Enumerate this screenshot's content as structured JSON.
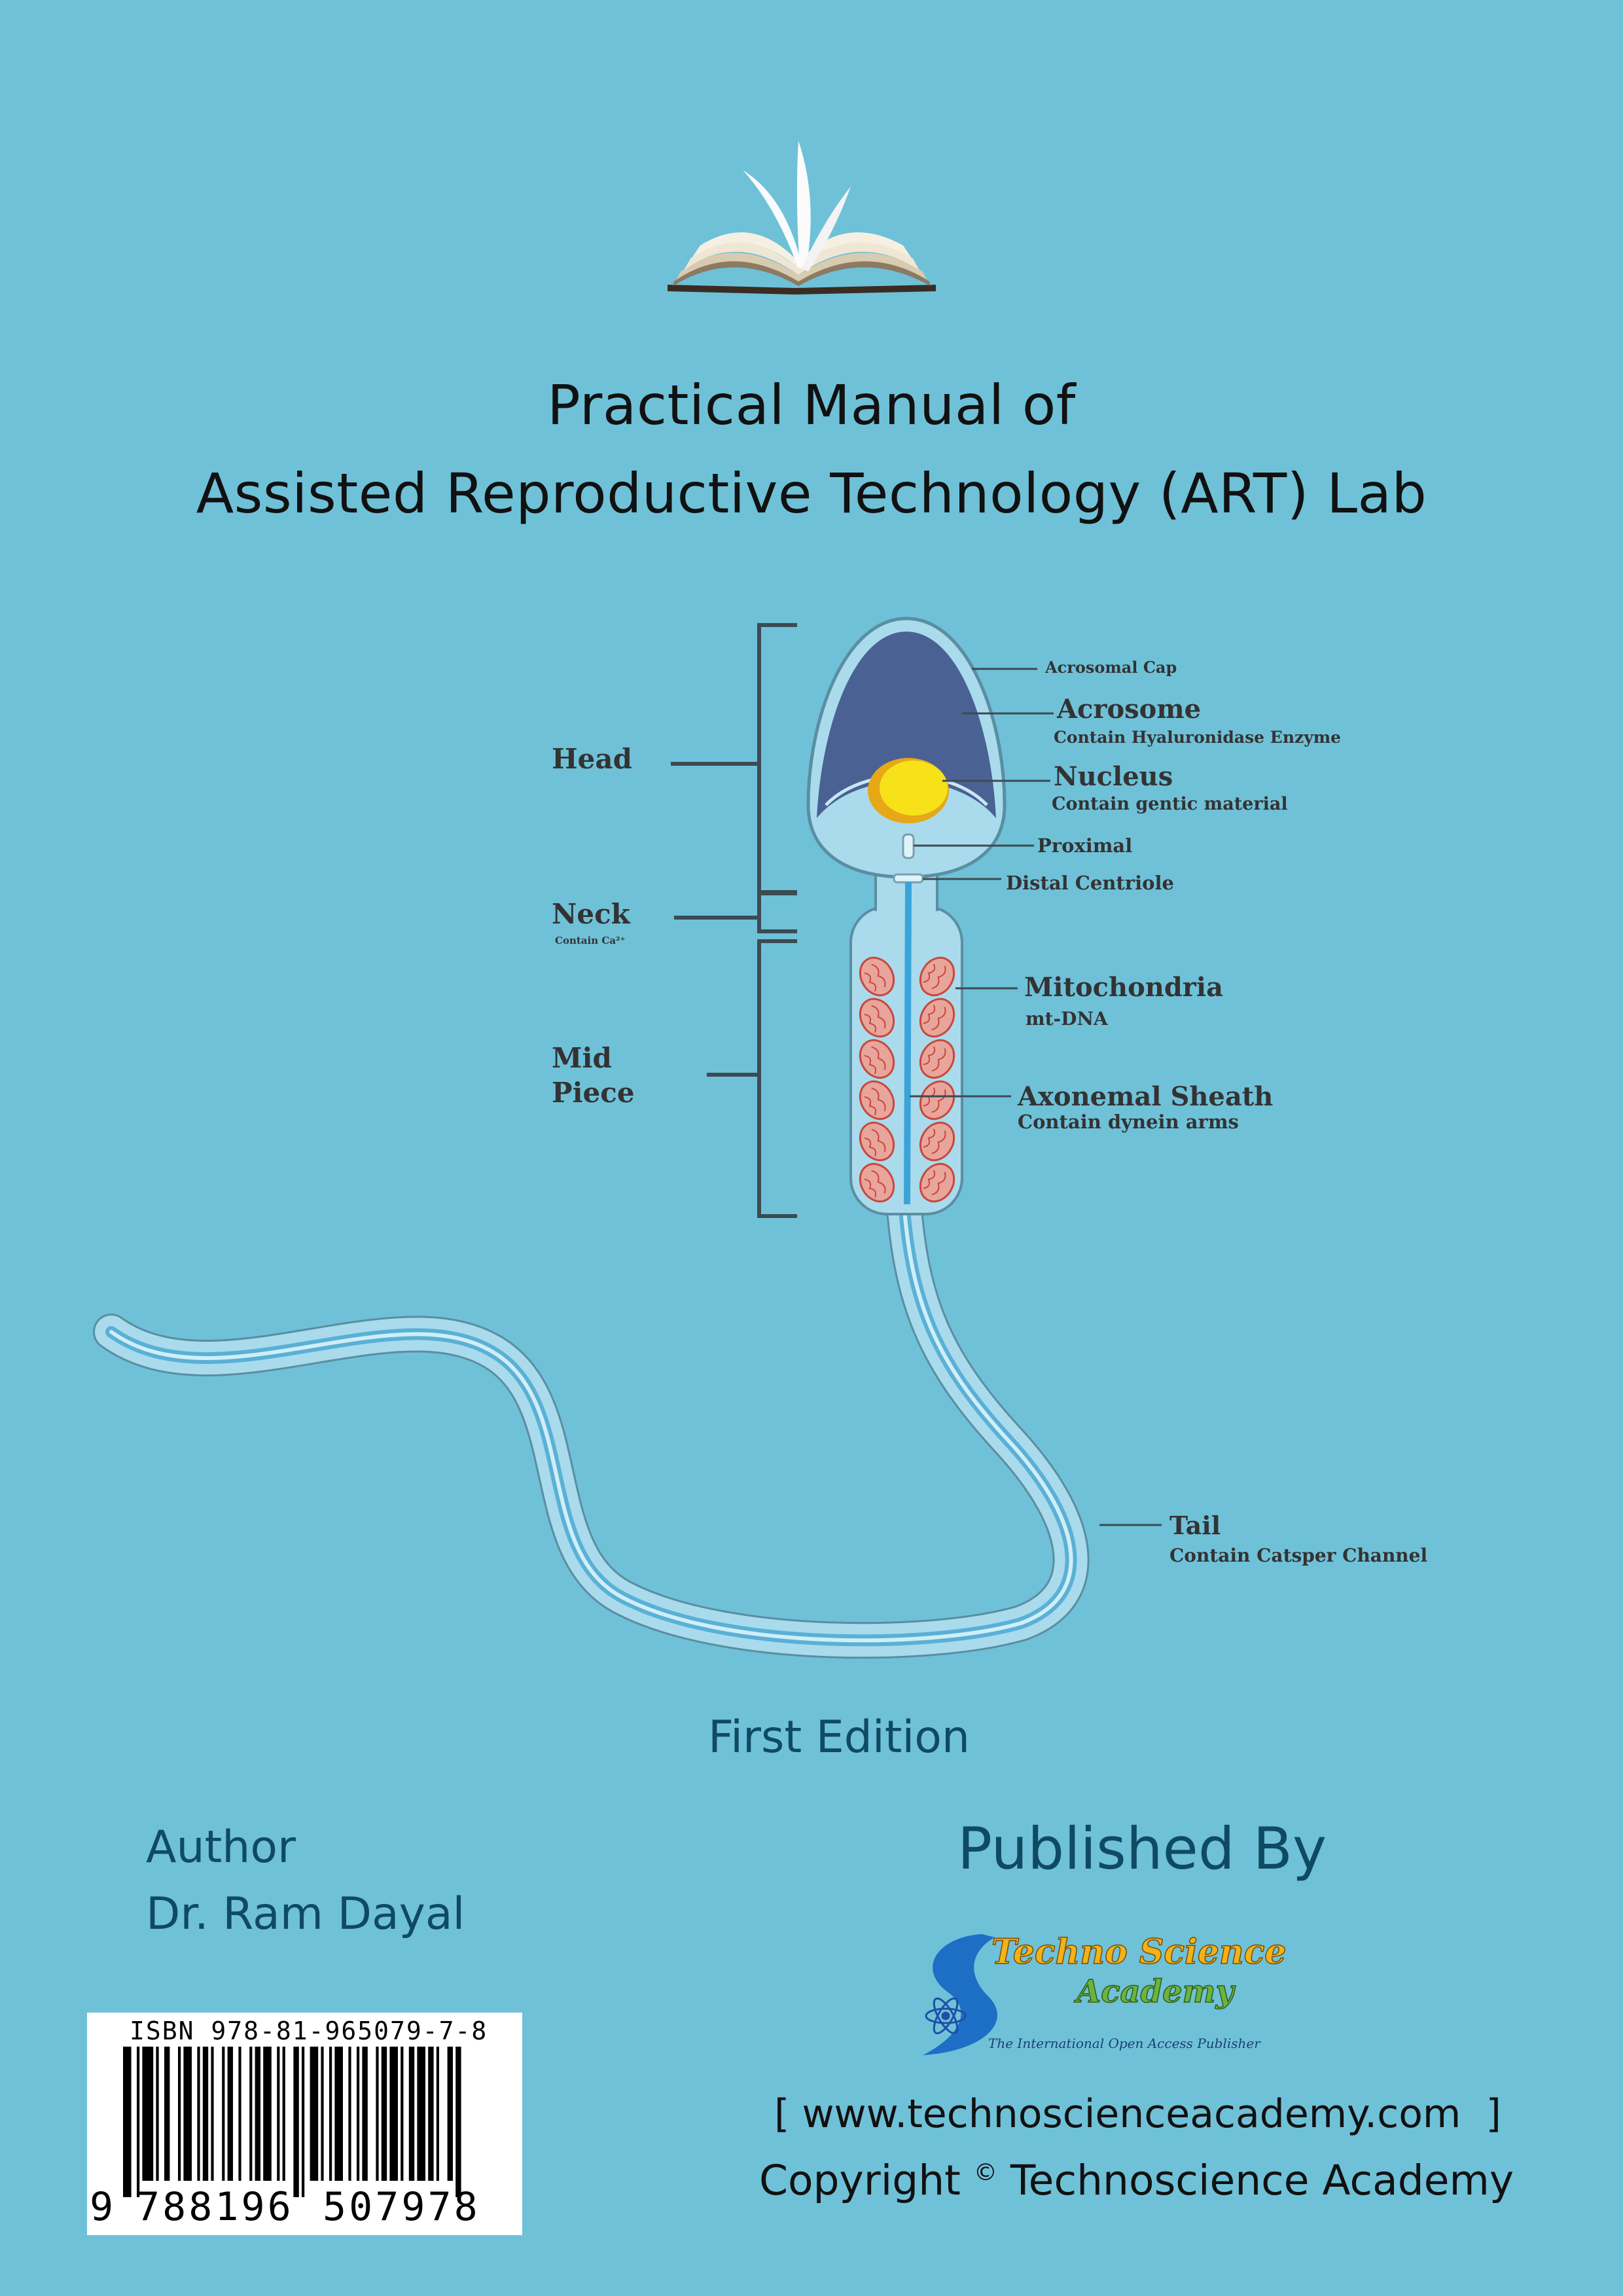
{
  "cover": {
    "title_line1": "Practical Manual of",
    "title_line2": "Assisted Reproductive Technology (ART) Lab",
    "edition": "First Edition",
    "author_label": "Author",
    "author_name": "Dr. Ram Dayal",
    "published_by": "Published By",
    "website": "[ www.technoscienceacademy.com  ]",
    "copyright_word": "Copyright",
    "copyright_symbol": "©",
    "copyright_holder": "Technoscience Academy"
  },
  "publisher_logo": {
    "line1": "Techno Science",
    "line2": "Academy",
    "tagline": "The International Open Access Publisher"
  },
  "diagram": {
    "head": "Head",
    "neck": "Neck",
    "neck_sub": "Contain Ca²⁺",
    "mid1": "Mid",
    "mid2": "Piece",
    "acrosomal_cap": "Acrosomal Cap",
    "acrosome": "Acrosome",
    "acrosome_sub": "Contain Hyaluronidase Enzyme",
    "nucleus": "Nucleus",
    "nucleus_sub": "Contain gentic material",
    "proximal": "Proximal",
    "distal": "Distal Centriole",
    "mito": "Mitochondria",
    "mito_sub": "mt-DNA",
    "axonemal": "Axonemal Sheath",
    "axonemal_sub": "Contain dynein arms",
    "tail": "Tail",
    "tail_sub": "Contain Catsper Channel"
  },
  "barcode": {
    "isbn_text": "ISBN 978-81-965079-7-8",
    "digit_first": "9",
    "digits_left": "788196",
    "digits_right": "507978"
  },
  "colors": {
    "background": "#6fc1d8",
    "title_text": "#111111",
    "teal_text": "#0f4a63",
    "acrosome": "#4a6194",
    "nucleus": "#f7e21a",
    "mitochondria": "#d8796e",
    "logo_orange": "#f2b21a",
    "logo_green": "#6db33f",
    "logo_blue": "#1d6ec5"
  },
  "icons": [
    "open-book-icon",
    "atom-icon"
  ]
}
